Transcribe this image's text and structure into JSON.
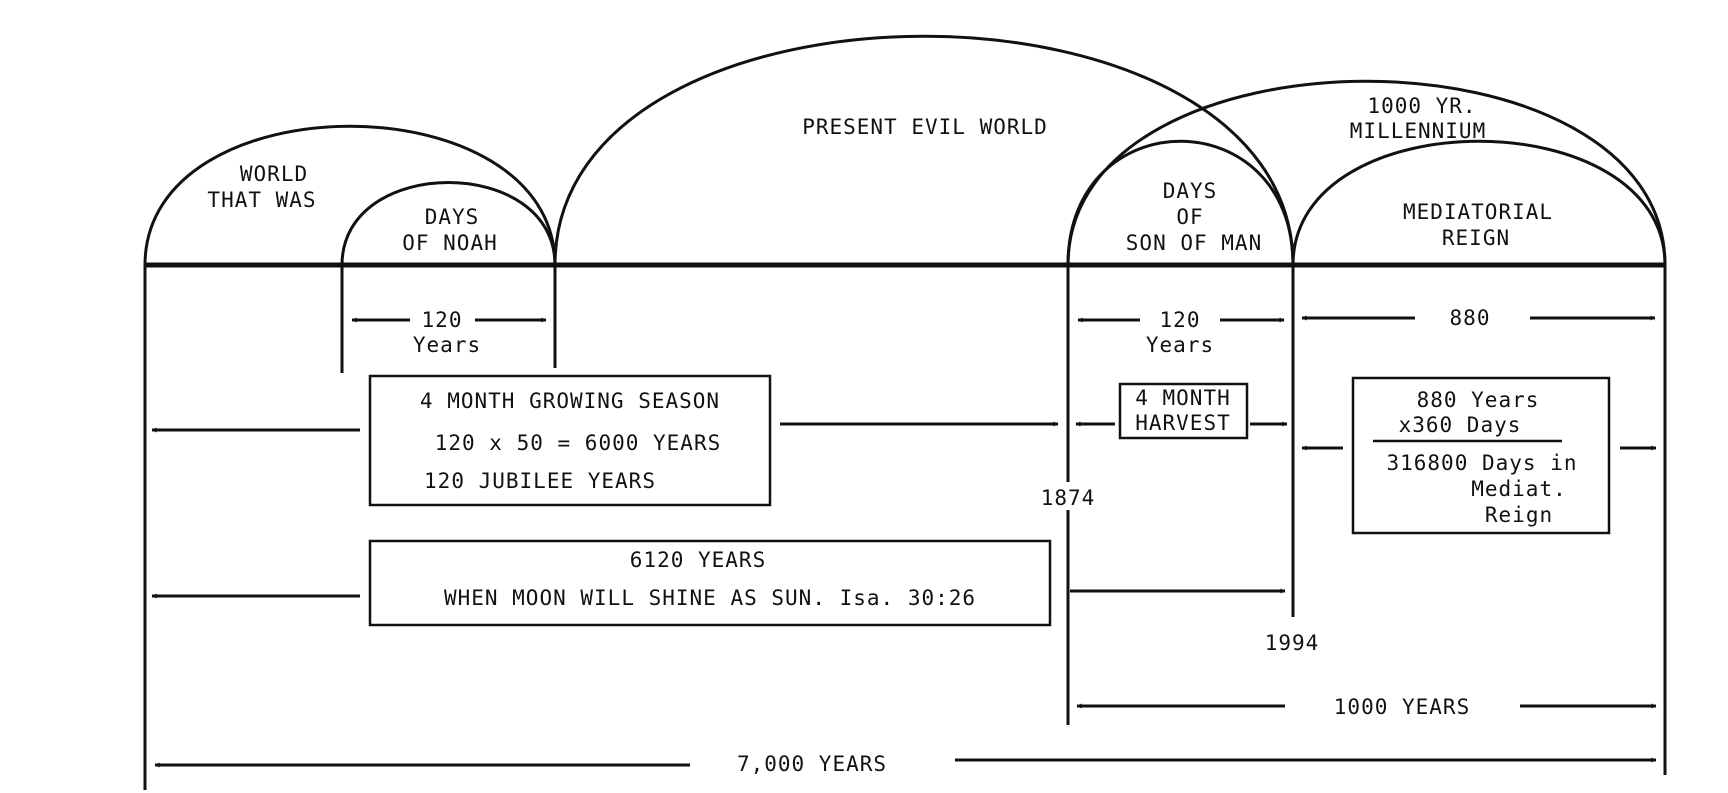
{
  "ages": {
    "world_that_was": [
      "WORLD",
      "THAT WAS"
    ],
    "days_of_noah": [
      "DAYS",
      "OF NOAH"
    ],
    "present_evil_world": "PRESENT EVIL WORLD",
    "millennium": [
      "1000 YR.",
      "MILLENNIUM"
    ],
    "days_of_son_of_man": [
      "DAYS",
      "OF",
      "SON OF MAN"
    ],
    "mediatorial_reign": [
      "MEDIATORIAL",
      "REIGN"
    ]
  },
  "spans": {
    "noah_120": [
      "120",
      "Years"
    ],
    "son_of_man_120": [
      "120",
      "Years"
    ],
    "mediatorial_880": "880",
    "thousand_years": "1000 YEARS",
    "seven_thousand": "7,000 YEARS"
  },
  "boxes": {
    "growing_season": [
      "4 MONTH GROWING SEASON",
      "120 x 50 = 6000 YEARS",
      "120 JUBILEE YEARS"
    ],
    "harvest": [
      "4 MONTH",
      "HARVEST"
    ],
    "moon": [
      "6120 YEARS",
      "WHEN MOON WILL SHINE AS SUN. Isa. 30:26"
    ],
    "mediatorial_calc": [
      "880 Years",
      "x360 Days",
      "316800 Days in",
      "Mediat.",
      "Reign"
    ]
  },
  "dates": {
    "d1874": "1874",
    "d1994": "1994"
  }
}
